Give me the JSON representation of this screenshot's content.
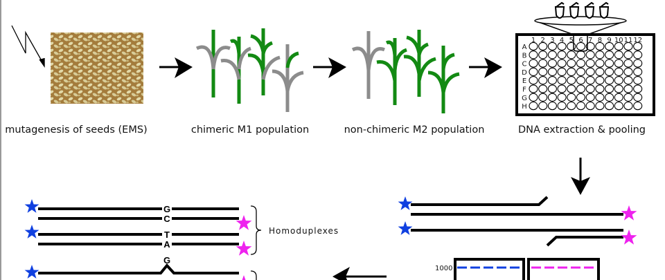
{
  "steps": [
    {
      "label": "mutagenesis of seeds (EMS)"
    },
    {
      "label": "chimeric M1 population"
    },
    {
      "label": "non-chimeric M2 population"
    },
    {
      "label": "DNA extraction & pooling"
    }
  ],
  "plate": {
    "columns": [
      "1",
      "2",
      "3",
      "4",
      "5",
      "6",
      "7",
      "8",
      "9",
      "10",
      "11",
      "12"
    ],
    "rows": [
      "A",
      "B",
      "C",
      "D",
      "E",
      "F",
      "G",
      "H"
    ]
  },
  "duplex": {
    "homoduplex_label": "Homoduplexes",
    "bases": {
      "top1": "G",
      "top2": "C",
      "mid1": "T",
      "mid2": "A",
      "bulge": "G"
    }
  },
  "gel": {
    "size_label": "1000"
  },
  "colors": {
    "blue": "#1040e0",
    "magenta": "#ee22ee",
    "green": "#138a13",
    "gray": "#8c8c8c"
  }
}
